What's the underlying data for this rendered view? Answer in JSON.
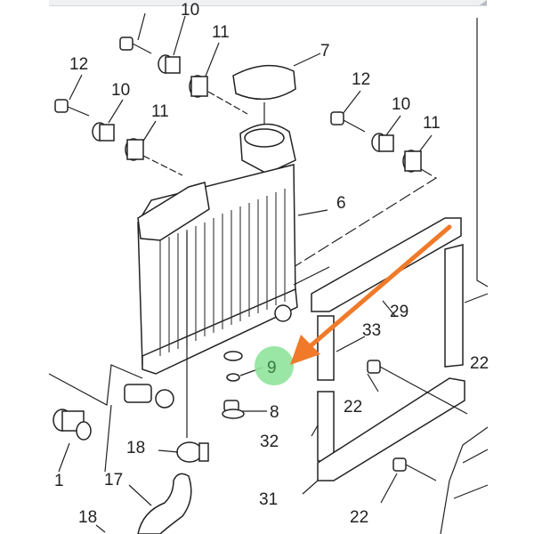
{
  "diagram": {
    "title": "Radiator parts diagram",
    "labels": {
      "top_10": "10",
      "top_11": "11",
      "cap_7": "7",
      "left_12": "12",
      "left_10": "10",
      "left_11": "11",
      "right_12": "12",
      "right_10": "10",
      "right_11": "11",
      "radiator_6": "6",
      "guard_29": "29",
      "block_33": "33",
      "washer_9": "9",
      "edge_22": "22",
      "bolt_22a": "22",
      "plug_8": "8",
      "block_32": "32",
      "clamp_18a": "18",
      "grommet_1": "1",
      "hose_17": "17",
      "guard_31": "31",
      "clamp_18b": "18",
      "bolt_22b": "22"
    },
    "highlight": {
      "part": "9",
      "circle_color": "#8fe39a",
      "arrow_color": "#f07a2a"
    }
  }
}
